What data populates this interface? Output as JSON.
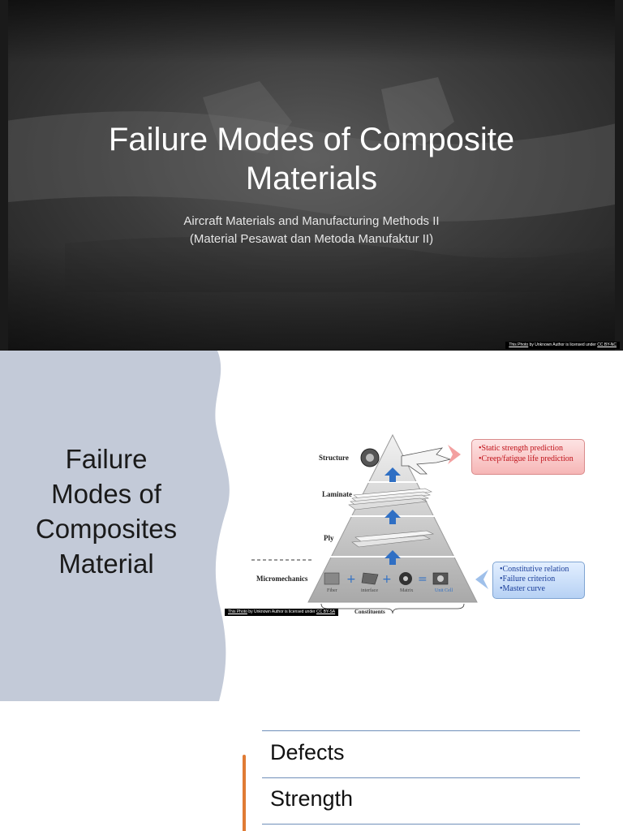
{
  "slide1": {
    "title_line1": "Failure Modes of Composite",
    "title_line2": "Materials",
    "subtitle_line1": "Aircraft Materials and Manufacturing Methods II",
    "subtitle_line2": "(Material Pesawat dan Metoda Manufaktur II)",
    "credit": {
      "link": "This Photo",
      "middle": " by Unknown Author is licensed under ",
      "license": "CC BY-NC"
    }
  },
  "slide2": {
    "title_line1": "Failure",
    "title_line2": "Modes of",
    "title_line3": "Composites",
    "title_line4": "Material",
    "figure": {
      "levels": {
        "structure": "Structure",
        "laminate": "Laminate",
        "ply": "Ply",
        "micromechanics": "Micromechanics",
        "constituents": "Constituents"
      },
      "components": {
        "fiber": "Fiber",
        "interface": "interface",
        "matrix": "Matrix",
        "unit_cell": "Unit Cell"
      },
      "red_box": [
        "•Static strength prediction",
        "•Creep/fatigue life prediction"
      ],
      "blue_box": [
        "•Constitutive relation",
        "•Failure criterion",
        "•Master curve"
      ]
    },
    "credit": {
      "link": "This Photo",
      "middle": " by Unknown Author is licensed under ",
      "license": "CC BY-SA"
    }
  },
  "slide3": {
    "items": [
      "Defects",
      "Strength"
    ]
  },
  "colors": {
    "panel": "#c3cad8",
    "accent": "#e07b34",
    "rule": "#6f8fb9",
    "arrow": "#2f6fc4"
  }
}
